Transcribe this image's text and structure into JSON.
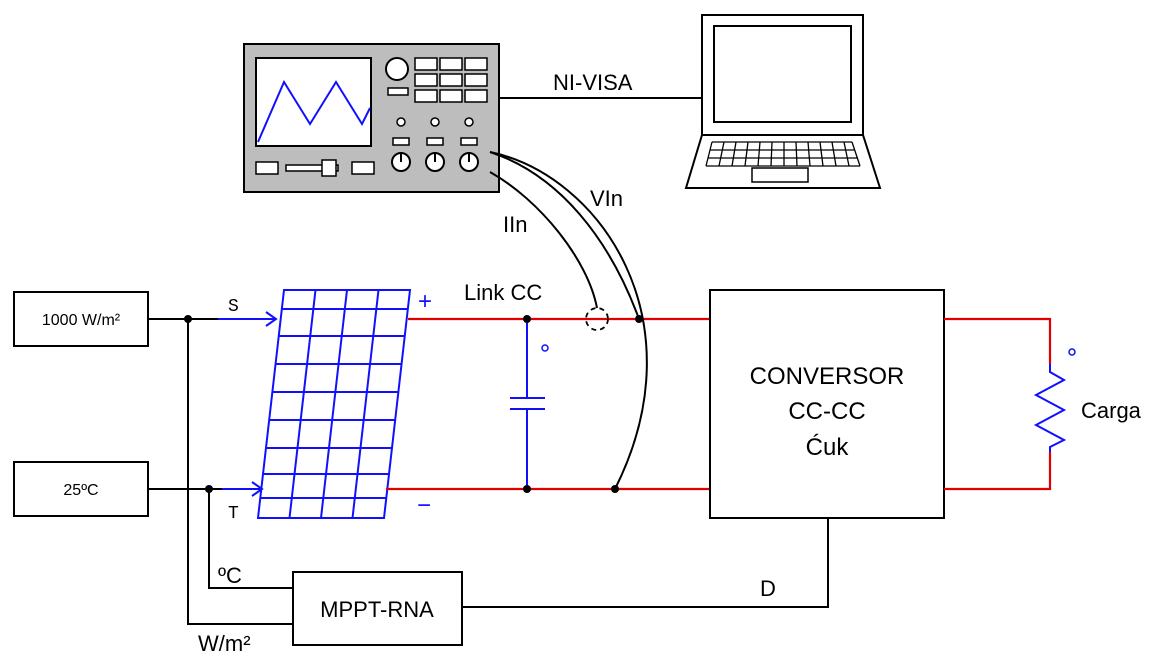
{
  "instruments": {
    "visa_label": "NI-VISA",
    "voltage_probe_label": "VIn",
    "current_probe_label": "IIn"
  },
  "sources": {
    "irradiance": "1000 W/m²",
    "temperature": "25ºC"
  },
  "pv_panel": {
    "irradiance_port": "S",
    "temperature_port": "T",
    "plus_sign": "+",
    "minus_sign": "−"
  },
  "dc_link": {
    "label": "Link CC"
  },
  "converter": {
    "line1": "CONVERSOR",
    "line2": "CC-CC",
    "line3": "Ćuk"
  },
  "load": {
    "label": "Carga"
  },
  "controller": {
    "label": "MPPT-RNA",
    "temp_input": "ºC",
    "irr_input": "W/m²",
    "duty_output": "D"
  },
  "colors": {
    "power_wire": "#e00000",
    "pv_component": "#1010ff",
    "instrument_body": "#bdbdbd",
    "signal_wire": "#000000"
  }
}
